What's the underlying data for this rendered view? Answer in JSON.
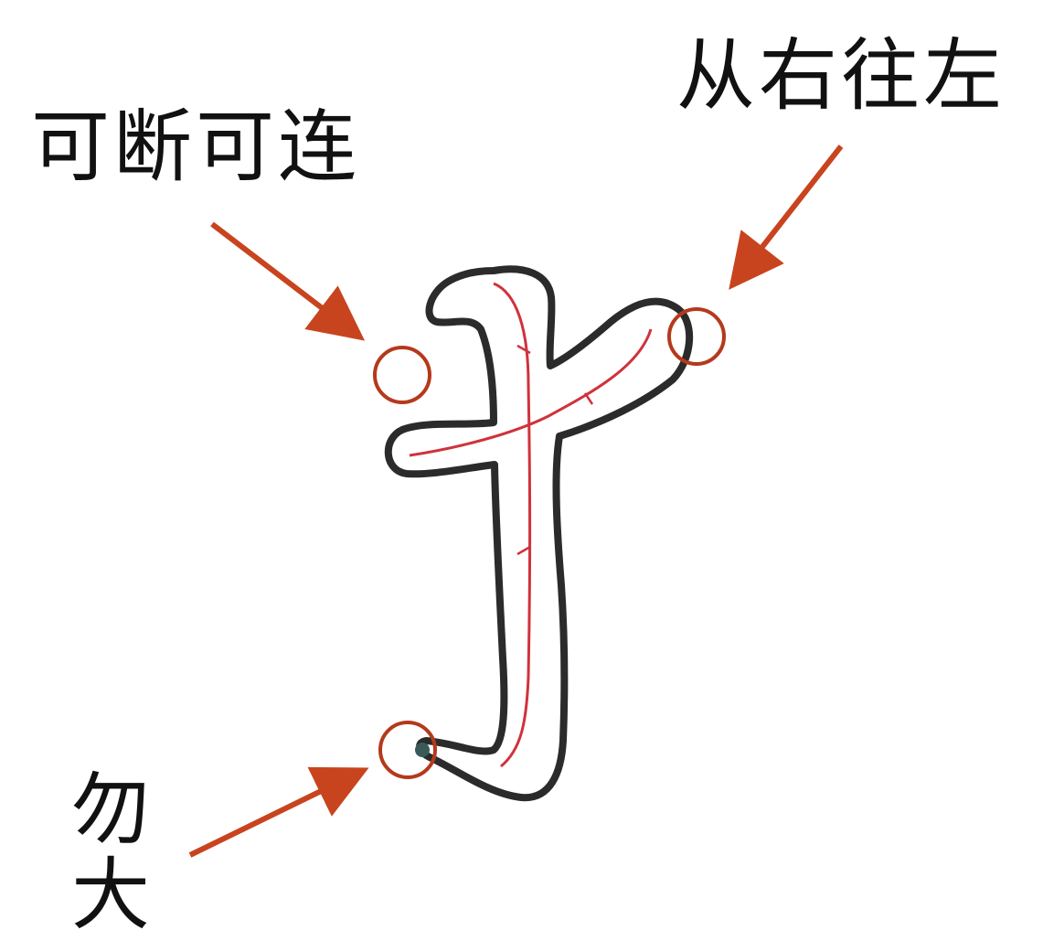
{
  "annotations": {
    "left_label": "可断可连",
    "right_label": "从右往左",
    "bottom_label": "勿大"
  },
  "colors": {
    "arrow": "#c8441e",
    "circle": "#b5391c",
    "stroke_outline": "#2b2b2b",
    "stroke_center": "#d0323c",
    "background": "#ffffff"
  }
}
